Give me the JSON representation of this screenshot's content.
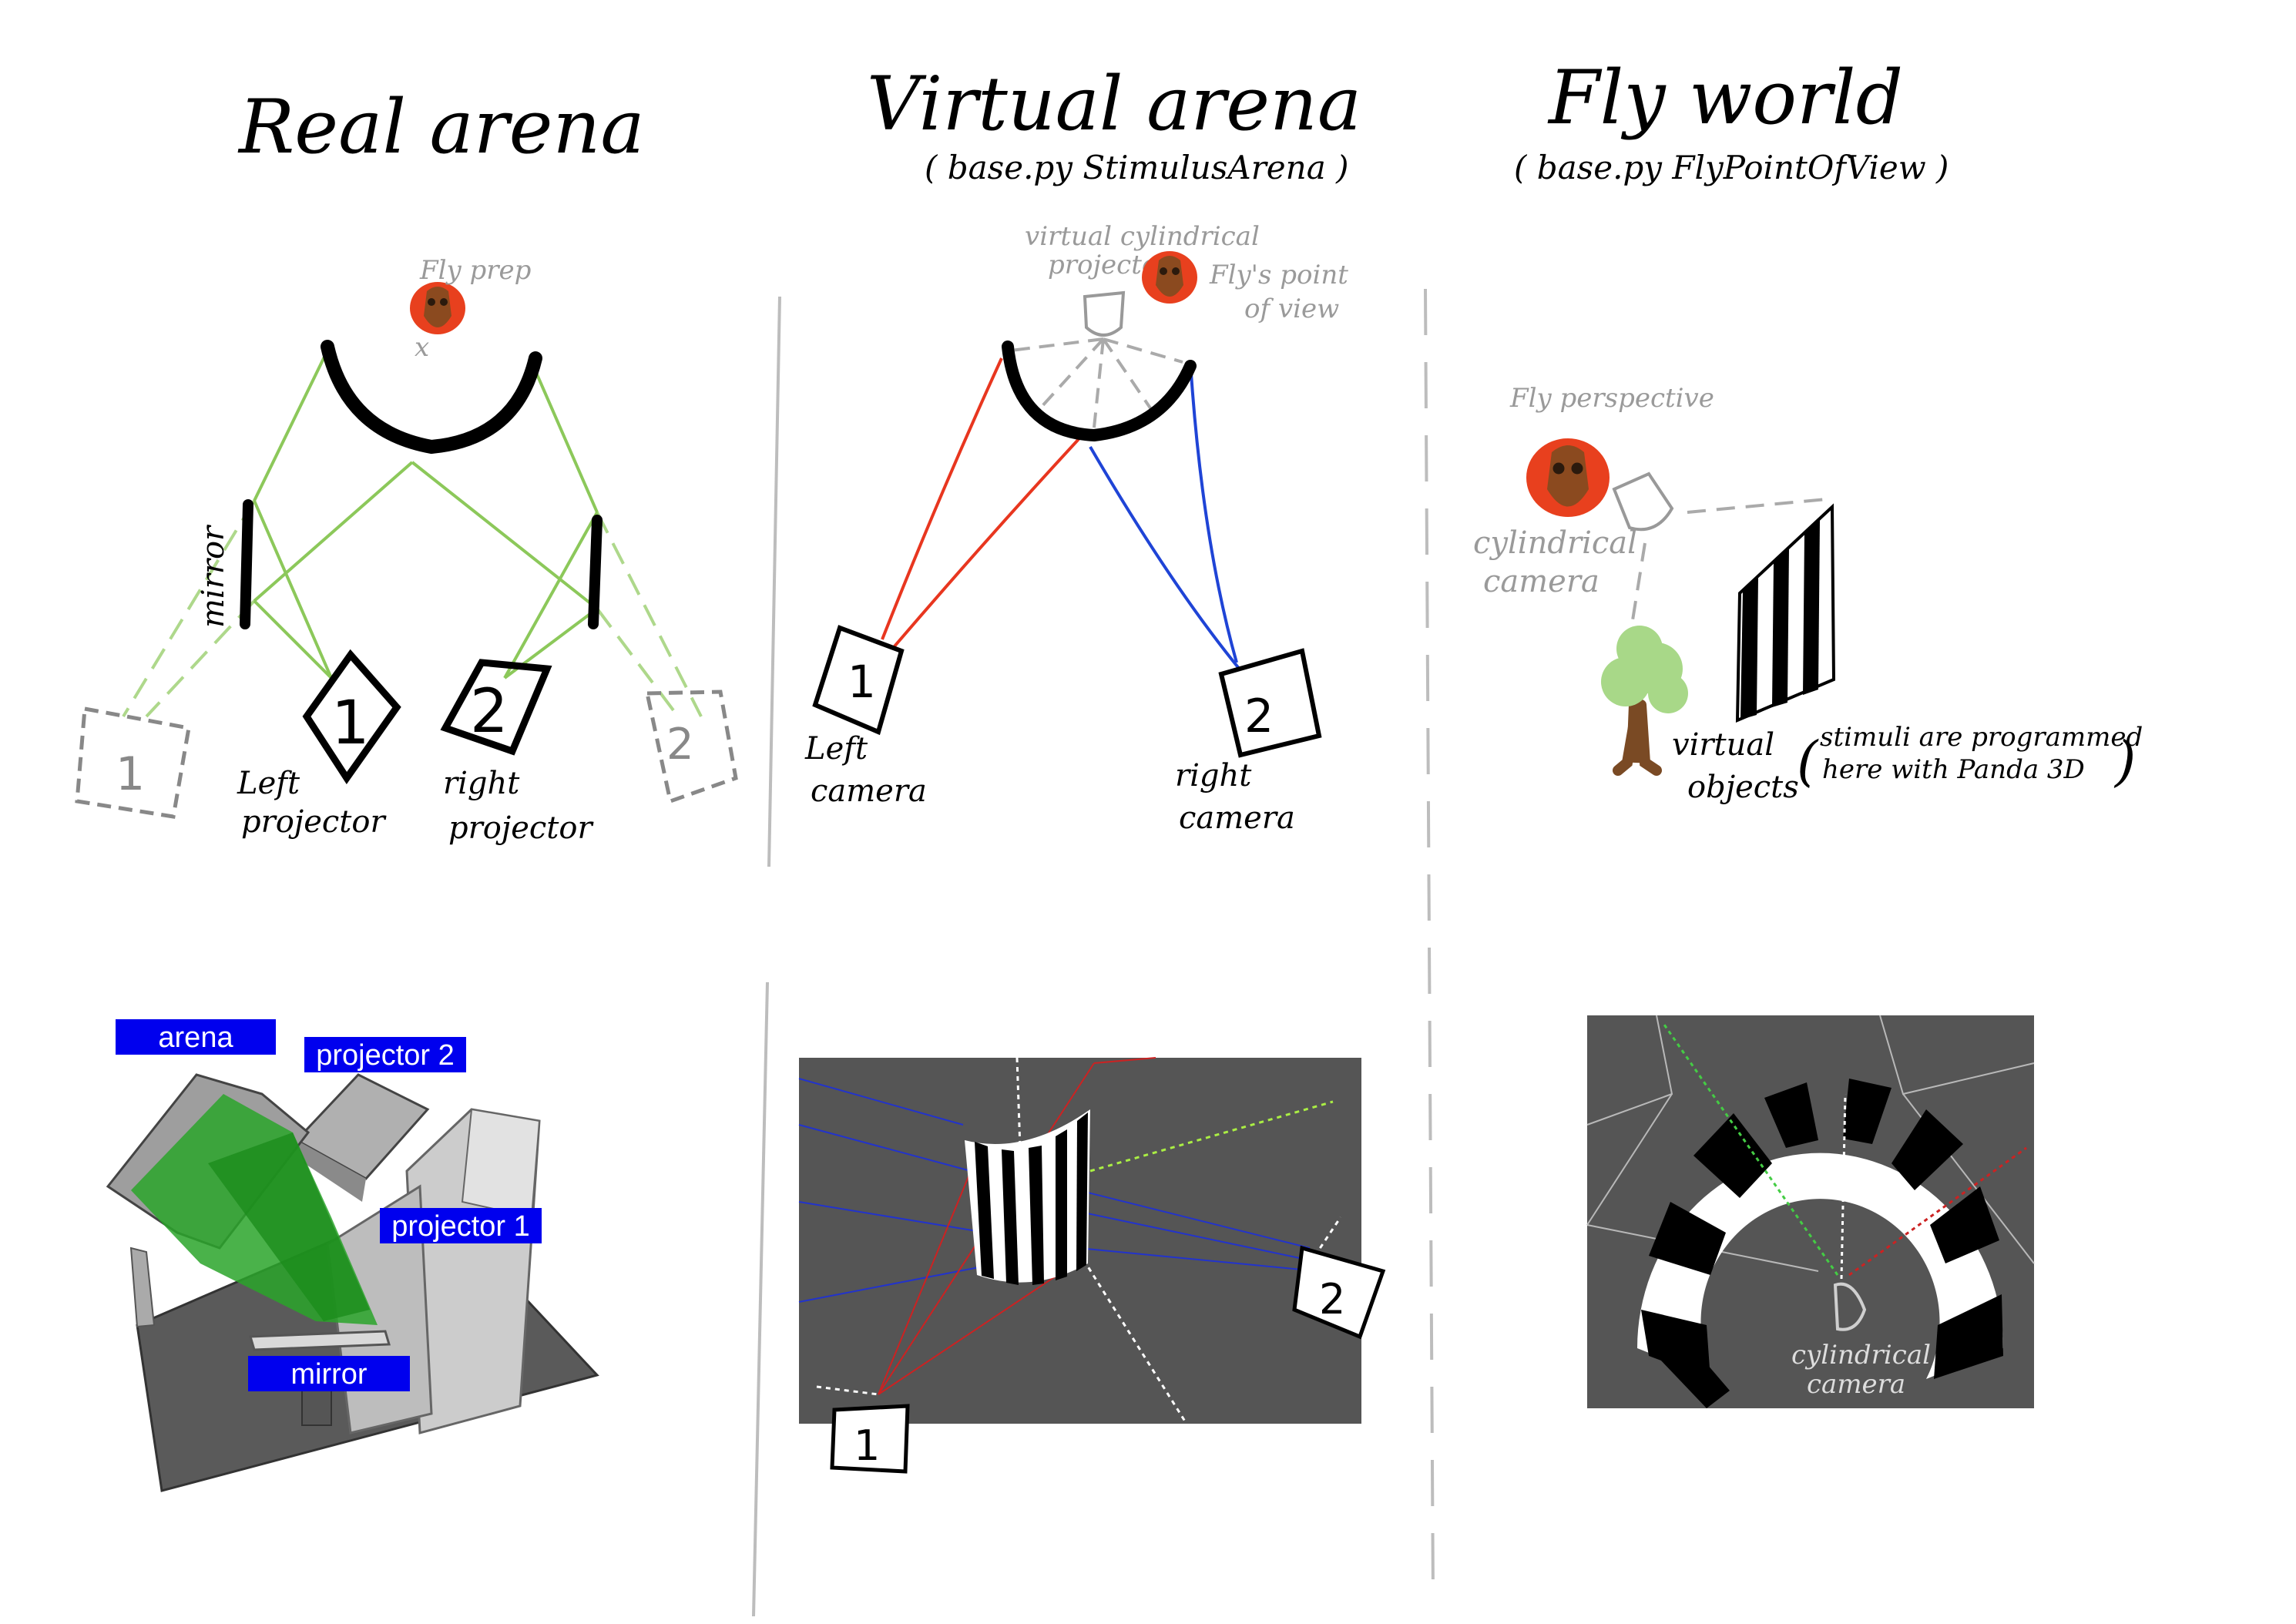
{
  "panels": {
    "real_arena": {
      "title": "Real arena",
      "fly_label": "Fly prep",
      "mirror_label": "mirror",
      "left_projector": {
        "number": "1",
        "label_line1": "Left",
        "label_line2": "projector"
      },
      "right_projector": {
        "number": "2",
        "label_line1": "right",
        "label_line2": "projector"
      },
      "ghost_left_number": "1",
      "ghost_right_number": "2"
    },
    "virtual_arena": {
      "title": "Virtual arena",
      "subtitle": "( base.py   StimulusArena )",
      "projector_label_line1": "virtual cylindrical",
      "projector_label_line2": "projector",
      "fly_pov_line1": "Fly's point",
      "fly_pov_line2": "of view",
      "left_camera": {
        "number": "1",
        "label_line1": "Left",
        "label_line2": "camera"
      },
      "right_camera": {
        "number": "2",
        "label_line1": "right",
        "label_line2": "camera"
      }
    },
    "fly_world": {
      "title": "Fly world",
      "subtitle": "( base.py   FlyPointOfView )",
      "fly_label": "Fly perspective",
      "camera_label_line1": "cylindrical",
      "camera_label_line2": "camera",
      "objects_label_line1": "virtual",
      "objects_label_line2": "objects",
      "objects_note_line1": "stimuli are programmed",
      "objects_note_line2": "here with Panda 3D"
    }
  },
  "render_labels": {
    "arena": "arena",
    "projector_2": "projector 2",
    "projector_1": "projector 1",
    "mirror": "mirror",
    "cam_1": "1",
    "cam_2": "2",
    "cylindrical_camera_line1": "cylindrical",
    "cylindrical_camera_line2": "camera"
  },
  "colors": {
    "beam_green": "#8cc85a",
    "left_ray": "#e8361f",
    "right_ray": "#1f44d6",
    "label_blue": "#0000ee",
    "viewport_gray": "#555555",
    "fly_red": "#e8401e"
  }
}
